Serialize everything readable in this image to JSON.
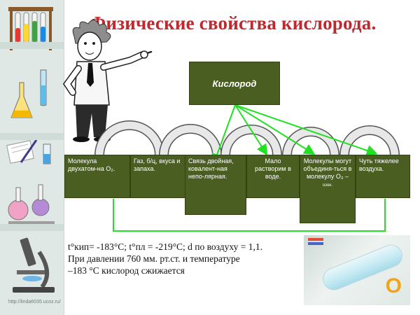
{
  "title": "Физические свойства кислорода.",
  "center_label": "Кислород",
  "properties": [
    {
      "text": "Молекула двухатом-на O₂."
    },
    {
      "text": "Газ, б/ц, вкуса и запаха."
    },
    {
      "text": "Связь двойная, ковалент-ная непо-лярная."
    },
    {
      "text": "Мало растворим в воде."
    },
    {
      "text": "Молекулы могут объединя-ться в молекулу O₃ –",
      "subtext": "озон."
    },
    {
      "text": "Чуть тяжелее воздуха."
    }
  ],
  "facts": [
    "t°кип= -183°C; t°пл = -219°C; d по воздуху = 1,1.",
    "При давлении 760 мм. рт.ст. и температуре",
    "–183 °С кислород сжижается"
  ],
  "photo": {
    "badge": "O"
  },
  "source_url": "http://linda6035.ucoz.ru/",
  "colors": {
    "title": "#c0282d",
    "box": "#4a5e22",
    "connector": "#22e022",
    "sidebar": "#dfe8e4"
  }
}
